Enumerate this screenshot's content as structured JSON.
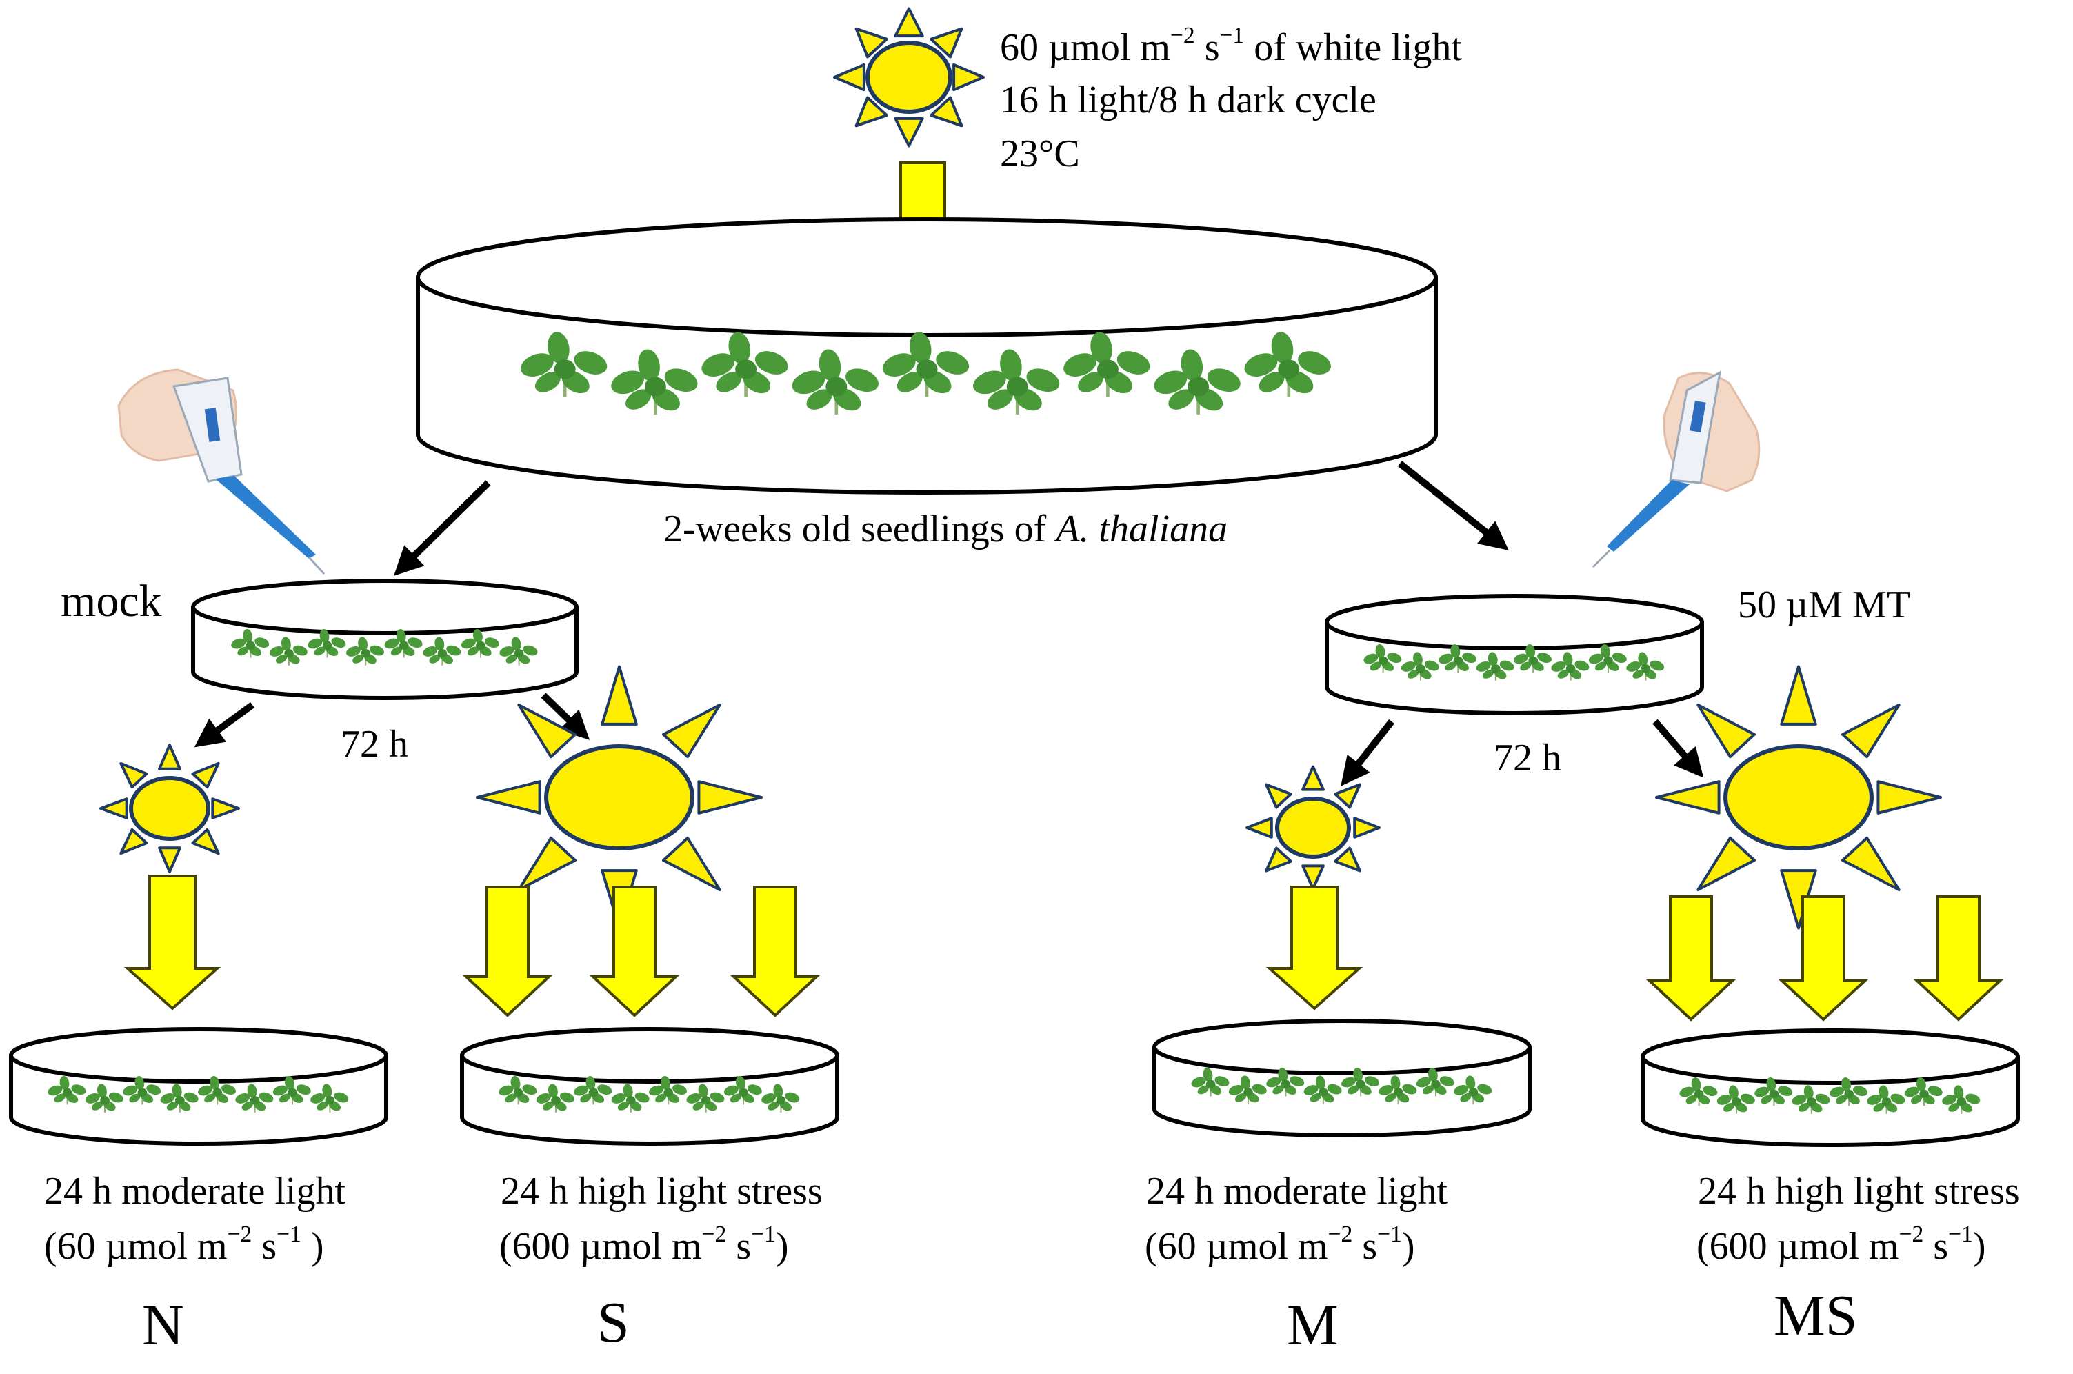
{
  "light_conditions": {
    "intensity_value": "60 µmol m",
    "intensity_exp_m": "−2",
    "intensity_s": " s",
    "intensity_exp_s": "−1",
    "intensity_tail": " of white light",
    "cycle": "16 h light/8 h dark cycle",
    "temperature": "23°C"
  },
  "seedlings": {
    "label_prefix": "2-weeks old seedlings of",
    "species": "A. thaliana"
  },
  "treatments": {
    "mock": "mock",
    "melatonin": "50 µM MT",
    "incubation_left": "72 h",
    "incubation_right": "72 h"
  },
  "conditions": [
    {
      "title": "24 h moderate light",
      "open": "(60 µmol m",
      "exp_m": "−2",
      "s": " s",
      "exp_s": "−1",
      "close": " )",
      "code": "N"
    },
    {
      "title": "24 h high light stress",
      "open": "(600 µmol m",
      "exp_m": "−2",
      "s": " s",
      "exp_s": "−1",
      "close": ")",
      "code": "S"
    },
    {
      "title": "24 h moderate light",
      "open": "(60 µmol m",
      "exp_m": "−2",
      "s": " s",
      "exp_s": "−1",
      "close": ")",
      "code": "M"
    },
    {
      "title": "24 h high light stress",
      "open": "(600 µmol m",
      "exp_m": "−2",
      "s": " s",
      "exp_s": "−1",
      "close": ")",
      "code": "MS"
    }
  ],
  "colors": {
    "sun_fill": "#ffee00",
    "sun_stroke": "#1f3a64",
    "arrow_fill": "#ffff00",
    "arrow_stroke": "#444400",
    "dish_stroke": "#000000",
    "plant": "#4a9a3a",
    "text": "#000000"
  },
  "icons": [
    "sun-icon",
    "light-arrow-icon",
    "petri-dish-icon",
    "seedling-icon",
    "pipette-icon"
  ]
}
